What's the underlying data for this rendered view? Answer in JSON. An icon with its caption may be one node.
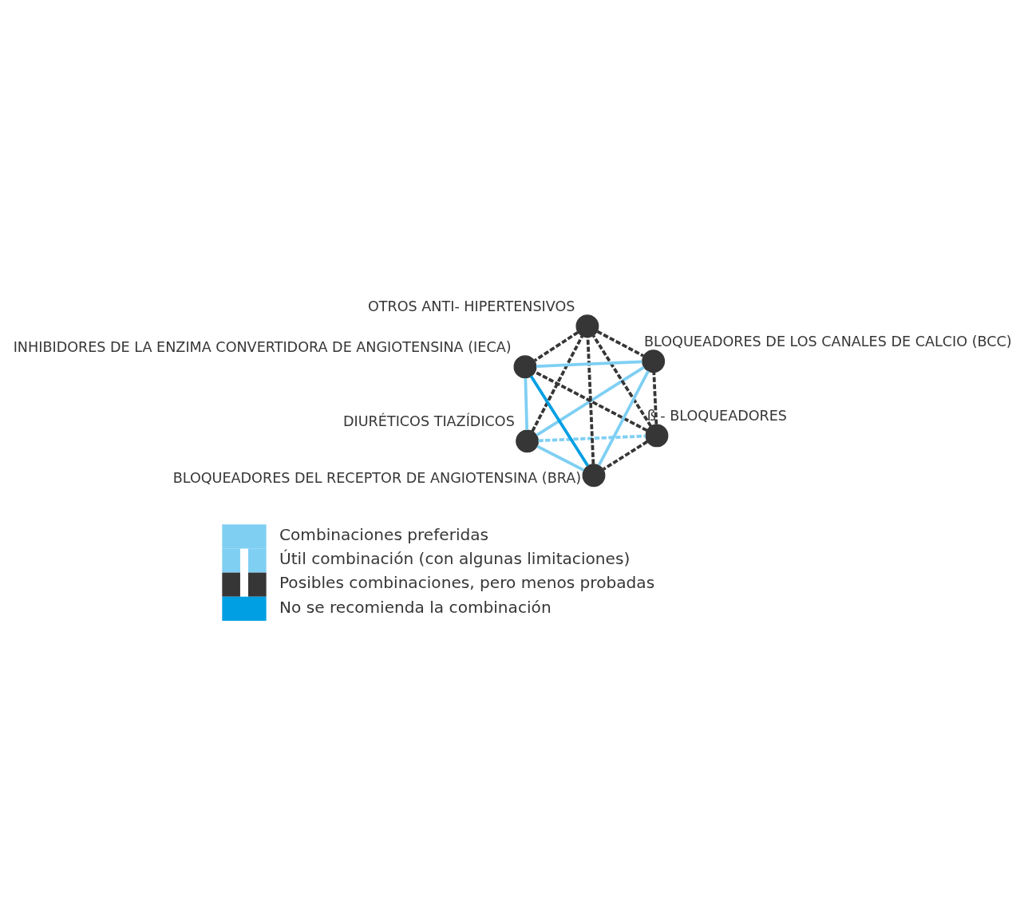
{
  "diagram": {
    "nodes": [
      {
        "text": [],
        "shape": "circle",
        "beside": [
          "DIURÉTICOS TIAZÍDICOS"
        ]
      },
      {
        "text": [],
        "shape": "circle",
        "beside": [
          "ß - BLOQUEADORES"
        ]
      },
      {
        "text": [],
        "shape": "circle",
        "beside": [
          "BLOQUEADORES DEL RECEPTOR DE ANGIOTENSINA (BRA)"
        ]
      },
      {
        "text": [],
        "shape": "circle",
        "beside": [
          "OTROS ANTI- HIPERTENSIVOS"
        ]
      },
      {
        "text": [],
        "shape": "circle",
        "beside": [
          "BLOQUEADORES DE LOS CANALES DE CALCIO (BCC)"
        ]
      },
      {
        "text": [],
        "shape": "circle",
        "beside": [
          "INHIBIDORES DE LA ENZIMA CONVERTIDORA DE ANGIOTENSINA (IECA)"
        ]
      }
    ],
    "edges": [
      {
        "from": 0,
        "to": 1,
        "arrow": "none",
        "style": "dashed",
        "color": "#7fcff3"
      },
      {
        "from": 0,
        "to": 2,
        "arrow": "none",
        "color": "#7fcff3"
      },
      {
        "from": 0,
        "to": 3,
        "arrow": "none",
        "style": "dashed"
      },
      {
        "from": 0,
        "to": 4,
        "arrow": "none",
        "color": "#7fcff3"
      },
      {
        "from": 0,
        "to": 5,
        "arrow": "none",
        "color": "#7fcff3"
      },
      {
        "from": 1,
        "to": 2,
        "arrow": "none",
        "style": "dashed"
      },
      {
        "from": 1,
        "to": 3,
        "arrow": "none",
        "style": "dashed"
      },
      {
        "from": 1,
        "to": 4,
        "arrow": "none",
        "style": "dashed"
      },
      {
        "from": 1,
        "to": 5,
        "arrow": "none",
        "style": "dashed"
      },
      {
        "from": 2,
        "to": 3,
        "arrow": "none",
        "style": "dashed"
      },
      {
        "from": 2,
        "to": 4,
        "arrow": "none",
        "color": "#7fcff3"
      },
      {
        "from": 2,
        "to": 5,
        "arrow": "none",
        "color": "#009fe3"
      },
      {
        "from": 3,
        "to": 4,
        "arrow": "none",
        "style": "dashed"
      },
      {
        "from": 3,
        "to": 5,
        "arrow": "none",
        "style": "dashed"
      },
      {
        "from": 4,
        "to": 5,
        "arrow": "none",
        "color": "#7fcff3"
      }
    ],
    "legend": [
      {
        "text": "Combinaciones preferidas"
      },
      {
        "text": "Útil combinación (con algunas limitaciones)"
      },
      {
        "text": "Posibles combinaciones, pero menos probadas"
      },
      {
        "text": "No se recomienda la combinación"
      }
    ]
  }
}
